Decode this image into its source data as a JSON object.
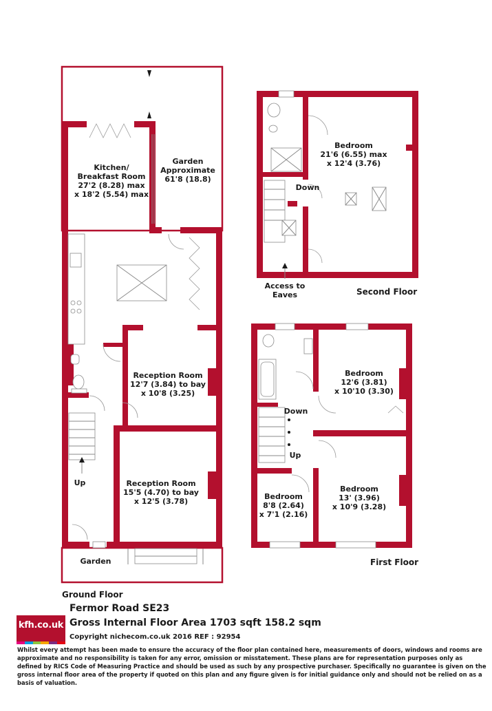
{
  "rooms": {
    "kitchen": [
      "Kitchen/",
      "Breakfast Room",
      "27'2 (8.28) max",
      "x 18'2 (5.54) max"
    ],
    "garden_rear": [
      "Garden",
      "Approximate",
      "61'8 (18.8)"
    ],
    "reception_1": [
      "Reception Room",
      "12'7 (3.84) to bay",
      "x 10'8 (3.25)"
    ],
    "reception_2": [
      "Reception Room",
      "15'5 (4.70) to bay",
      "x 12'5 (3.78)"
    ],
    "up_ground": "Up",
    "garden_front": "Garden",
    "bedroom_second": [
      "Bedroom",
      "21'6 (6.55) max",
      "x 12'4 (3.76)"
    ],
    "down_second": "Down",
    "eaves": [
      "Access to",
      "Eaves"
    ],
    "bedroom_first_a": [
      "Bedroom",
      "12'6 (3.81)",
      "x 10'10 (3.30)"
    ],
    "bedroom_first_b": [
      "Bedroom",
      "13' (3.96)",
      "x 10'9 (3.28)"
    ],
    "bedroom_first_c": [
      "Bedroom",
      "8'8 (2.64)",
      "x 7'1 (2.16)"
    ],
    "down_first": "Down",
    "up_first": "Up"
  },
  "floors": {
    "ground": "Ground Floor",
    "first": "First Floor",
    "second": "Second Floor"
  },
  "footer": {
    "logo": "kfh.co.uk",
    "logo_colors": [
      "#e6007e",
      "#00a0e3",
      "#8cc63f",
      "#f7a600",
      "#7b2c83",
      "#e30613"
    ],
    "address": "Fermor Road  SE23",
    "area": "Gross Internal Floor Area 1703 sqft 158.2 sqm",
    "copyright": "Copyright nichecom.co.uk 2016 REF : 92954",
    "disclaimer": "Whilst every attempt has been made to ensure the accuracy of the floor plan contained here, measurements of doors, windows and rooms are approximate and no responsibility is taken for any error, omission or misstatement.  These plans are for representation purposes only as defined by RICS Code of Measuring Practice and should be used as such by any prospective purchaser.  Specifically no guarantee is given on the gross internal floor area of the property if quoted on this plan and any figure given is for initial guidance only and should not be relied on as a basis of valuation."
  }
}
